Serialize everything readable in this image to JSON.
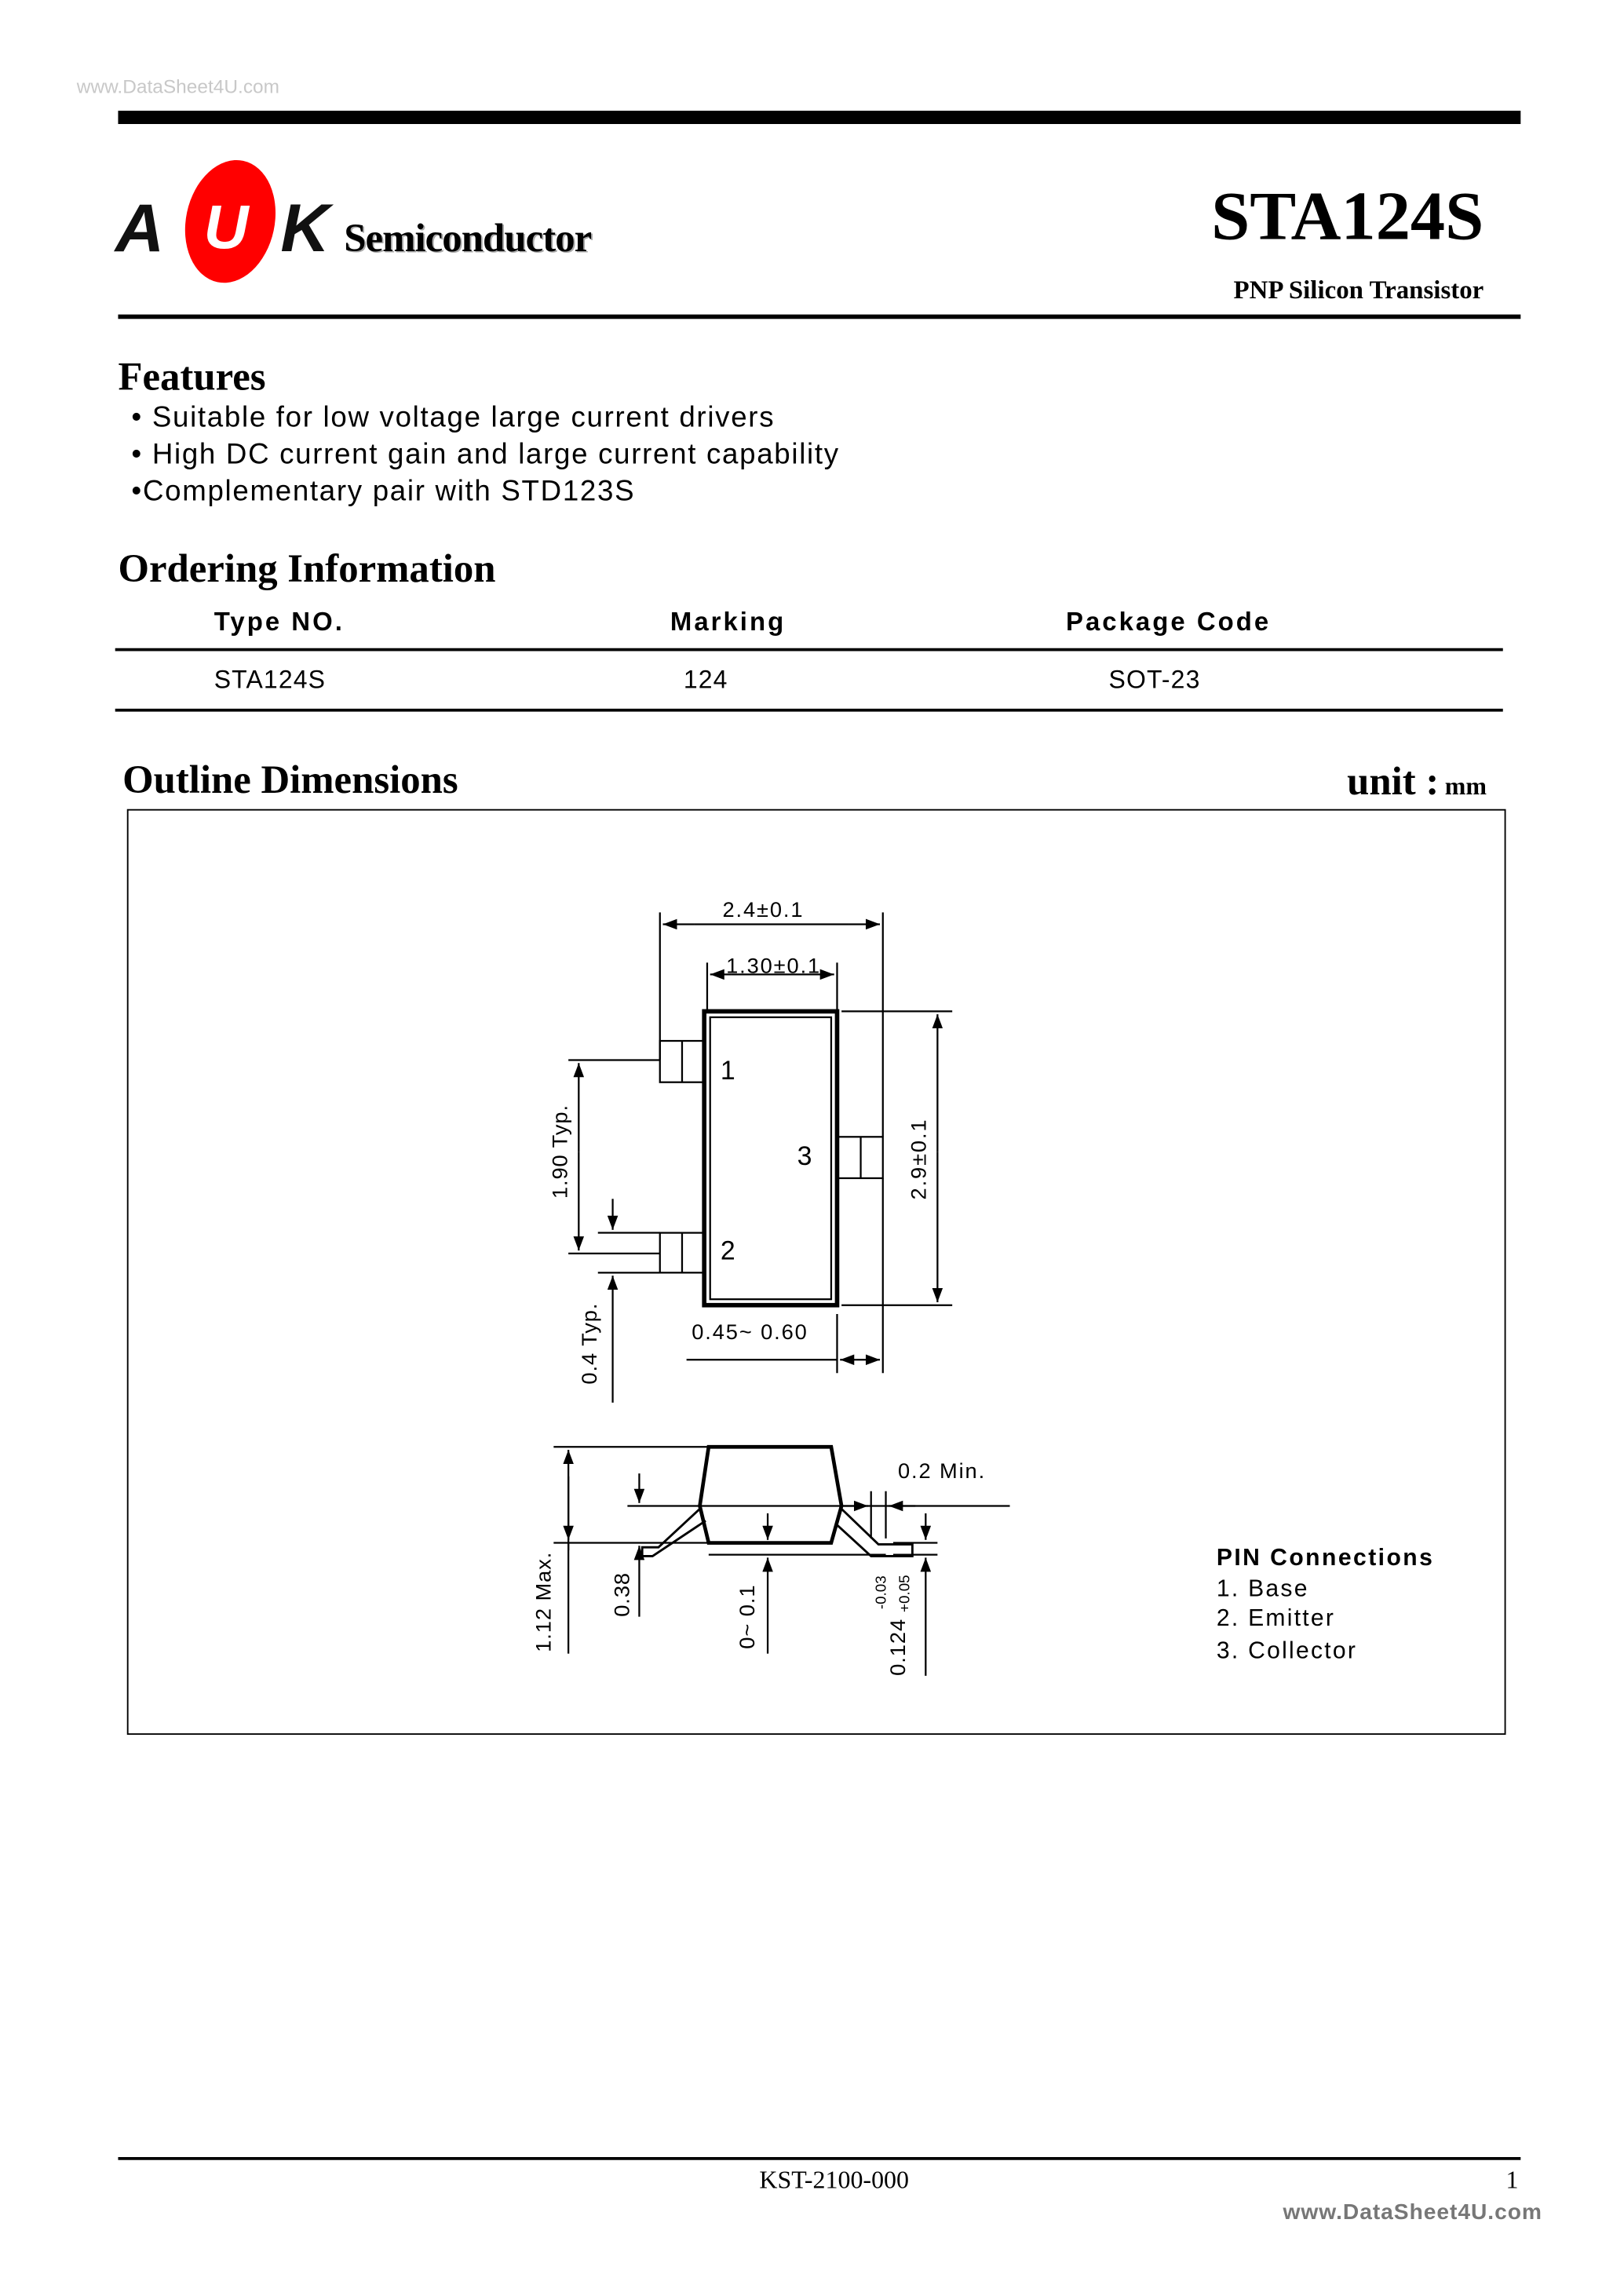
{
  "watermark_top": "www.DataSheet4U.com",
  "header": {
    "logo_letters": "AUK",
    "logo_word": "Semiconductor",
    "part_number": "STA124S",
    "subtitle": "PNP Silicon Transistor",
    "brand_colors": {
      "red": "#ff0000",
      "black": "#000000"
    }
  },
  "features": {
    "title": "Features",
    "items": [
      "Suitable for low voltage large current drivers",
      "High DC current gain and large current capability",
      "Complementary pair with STD123S"
    ]
  },
  "ordering": {
    "title": "Ordering Information",
    "columns": [
      "Type NO.",
      "Marking",
      "Package Code"
    ],
    "rows": [
      [
        "STA124S",
        "124",
        "SOT-23"
      ]
    ]
  },
  "outline": {
    "title": "Outline Dimensions",
    "unit_label": "unit :",
    "unit": "mm",
    "dims": {
      "width_total": "2.4±0.1",
      "body_width": "1.30±0.1",
      "length": "2.9±0.1",
      "pin_pitch": "1.90 Typ.",
      "pin_width": "0.4 Typ.",
      "lead_length": "0.45~ 0.60",
      "height": "1.12 Max.",
      "standoff_body": "0.38",
      "standoff": "0~ 0.1",
      "lead_clearance": "0.2 Min.",
      "lead_thickness": "0.124",
      "lead_tol_plus": "+0.05",
      "lead_tol_minus": "-0.03"
    },
    "pin_numbers": [
      "1",
      "2",
      "3"
    ],
    "pin_connections": {
      "title": "PIN Connections",
      "items": [
        "1. Base",
        "2. Emitter",
        "3. Collector"
      ]
    }
  },
  "footer": {
    "doc_code": "KST-2100-000",
    "page": "1",
    "watermark": "www.DataSheet4U.com"
  }
}
